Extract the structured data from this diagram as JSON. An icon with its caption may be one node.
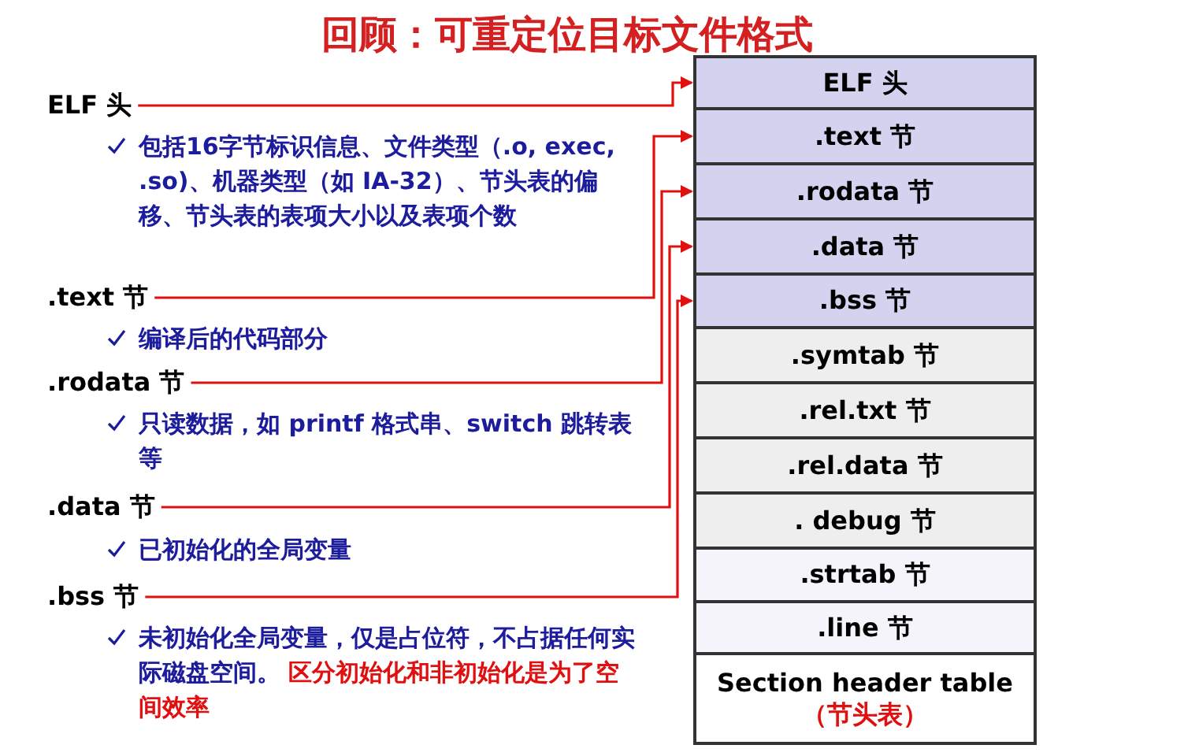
{
  "diagram": {
    "title": "回顾：可重定位目标文件格式",
    "nodes": [
      {
        "text": [
          "ELF 头"
        ],
        "beside": [
          "包括16字节标识信息、文件类型（.o, exec, .so)、机器类型（如 IA-32）、节头表的偏移、节头表的表项大小以及表项个数"
        ]
      },
      {
        "text": [
          ".text 节"
        ],
        "beside": [
          "编译后的代码部分"
        ]
      },
      {
        "text": [
          ".rodata 节"
        ],
        "beside": [
          "只读数据，如 printf 格式串、switch 跳转表等"
        ]
      },
      {
        "text": [
          ".data 节"
        ],
        "beside": [
          "已初始化的全局变量"
        ]
      },
      {
        "text": [
          ".bss 节"
        ],
        "beside": [
          "未初始化全局变量，仅是占位符，不占据任何实际磁盘空间。",
          "区分初始化和非初始化是为了空间效率"
        ]
      },
      {
        "text": [
          "ELF 头"
        ]
      },
      {
        "text": [
          ".text 节"
        ]
      },
      {
        "text": [
          ".rodata 节"
        ]
      },
      {
        "text": [
          ".data 节"
        ]
      },
      {
        "text": [
          ".bss 节"
        ]
      },
      {
        "text": [
          ".symtab 节"
        ]
      },
      {
        "text": [
          ".rel.txt 节"
        ]
      },
      {
        "text": [
          ".rel.data 节"
        ]
      },
      {
        "text": [
          ". debug 节"
        ]
      },
      {
        "text": [
          ".strtab 节"
        ]
      },
      {
        "text": [
          ".line 节"
        ]
      },
      {
        "text": [
          "Section header table",
          "（节头表）"
        ]
      }
    ],
    "edges": [
      {
        "from": 0,
        "to": 5,
        "arrow": "to"
      },
      {
        "from": 1,
        "to": 6,
        "arrow": "to"
      },
      {
        "from": 2,
        "to": 7,
        "arrow": "to"
      },
      {
        "from": 3,
        "to": 8,
        "arrow": "to"
      },
      {
        "from": 4,
        "to": 9,
        "arrow": "to"
      }
    ]
  }
}
